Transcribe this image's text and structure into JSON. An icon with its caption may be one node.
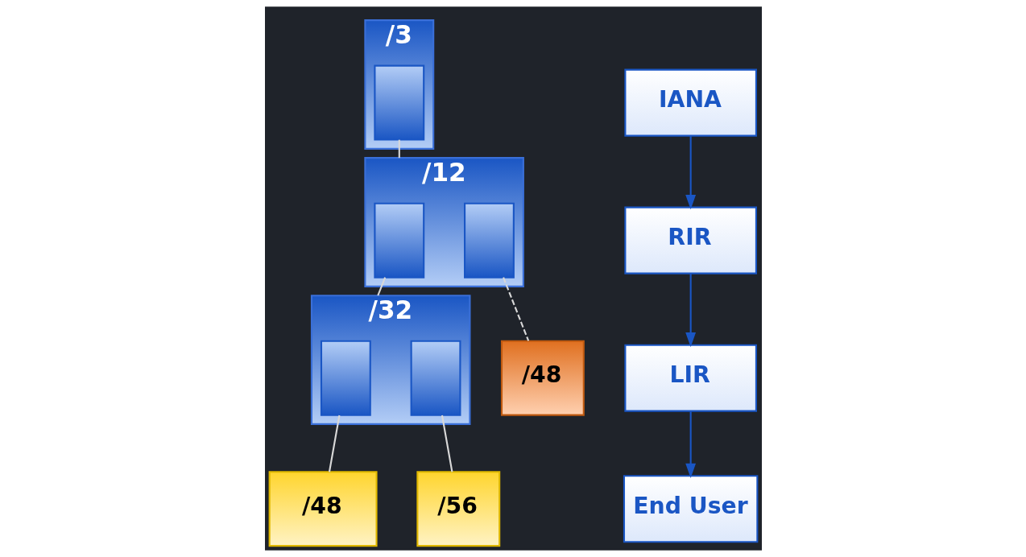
{
  "diagram": {
    "nodes": [
      {
        "text": [
          "/3"
        ]
      },
      {
        "text": [],
        "shape": "box",
        "in": 0
      },
      {
        "text": [
          "/12"
        ]
      },
      {
        "text": [],
        "shape": "box",
        "in": 2
      },
      {
        "text": [],
        "shape": "box",
        "in": 2
      },
      {
        "text": [
          "/32"
        ]
      },
      {
        "text": [],
        "shape": "box",
        "in": 5
      },
      {
        "text": [],
        "shape": "box",
        "in": 5
      },
      {
        "text": [
          "/48"
        ]
      },
      {
        "text": [
          "/56"
        ]
      },
      {
        "text": [
          "/48"
        ]
      },
      {
        "text": [
          "IANA"
        ]
      },
      {
        "text": [
          "RIR"
        ]
      },
      {
        "text": [
          "LIR"
        ]
      },
      {
        "text": [
          "End User"
        ]
      }
    ],
    "edges": [
      {
        "from": 1,
        "to": 2,
        "arrow": "none"
      },
      {
        "from": 3,
        "to": 5,
        "arrow": "none"
      },
      {
        "from": 4,
        "to": 10,
        "arrow": "none",
        "style": "dashed"
      },
      {
        "from": 6,
        "to": 8,
        "arrow": "none"
      },
      {
        "from": 7,
        "to": 9,
        "arrow": "none"
      },
      {
        "from": 11,
        "to": 12,
        "arrow": "to",
        "color": "#1a56c4"
      },
      {
        "from": 12,
        "to": 13,
        "arrow": "to",
        "color": "#1a56c4"
      },
      {
        "from": 13,
        "to": 14,
        "arrow": "to",
        "color": "#1a56c4"
      }
    ]
  }
}
